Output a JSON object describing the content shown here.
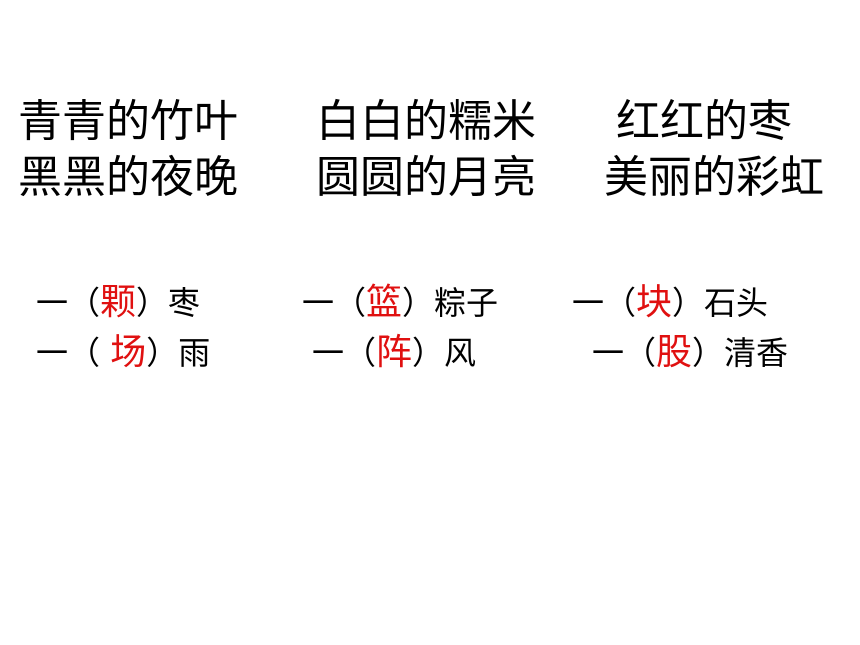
{
  "phrases": {
    "row1": [
      "青青的竹叶",
      "白白的糯米",
      "红红的枣"
    ],
    "row2": [
      "黑黑的夜晚",
      "圆圆的月亮",
      "美丽的彩虹"
    ]
  },
  "measure_words": {
    "row1": [
      {
        "prefix": "一（",
        "answer": "颗",
        "suffix": "）枣"
      },
      {
        "prefix": "一（",
        "answer": "篮",
        "suffix": "）粽子"
      },
      {
        "prefix": "一（",
        "answer": "块",
        "suffix": "）石头"
      }
    ],
    "row2": [
      {
        "prefix": "一（ ",
        "answer": "场",
        "suffix": "）雨"
      },
      {
        "prefix": "一（",
        "answer": "阵",
        "suffix": "）风"
      },
      {
        "prefix": "一（",
        "answer": "股",
        "suffix": "）清香"
      }
    ]
  },
  "colors": {
    "text": "#000000",
    "answer": "#e01010",
    "background": "#ffffff"
  }
}
